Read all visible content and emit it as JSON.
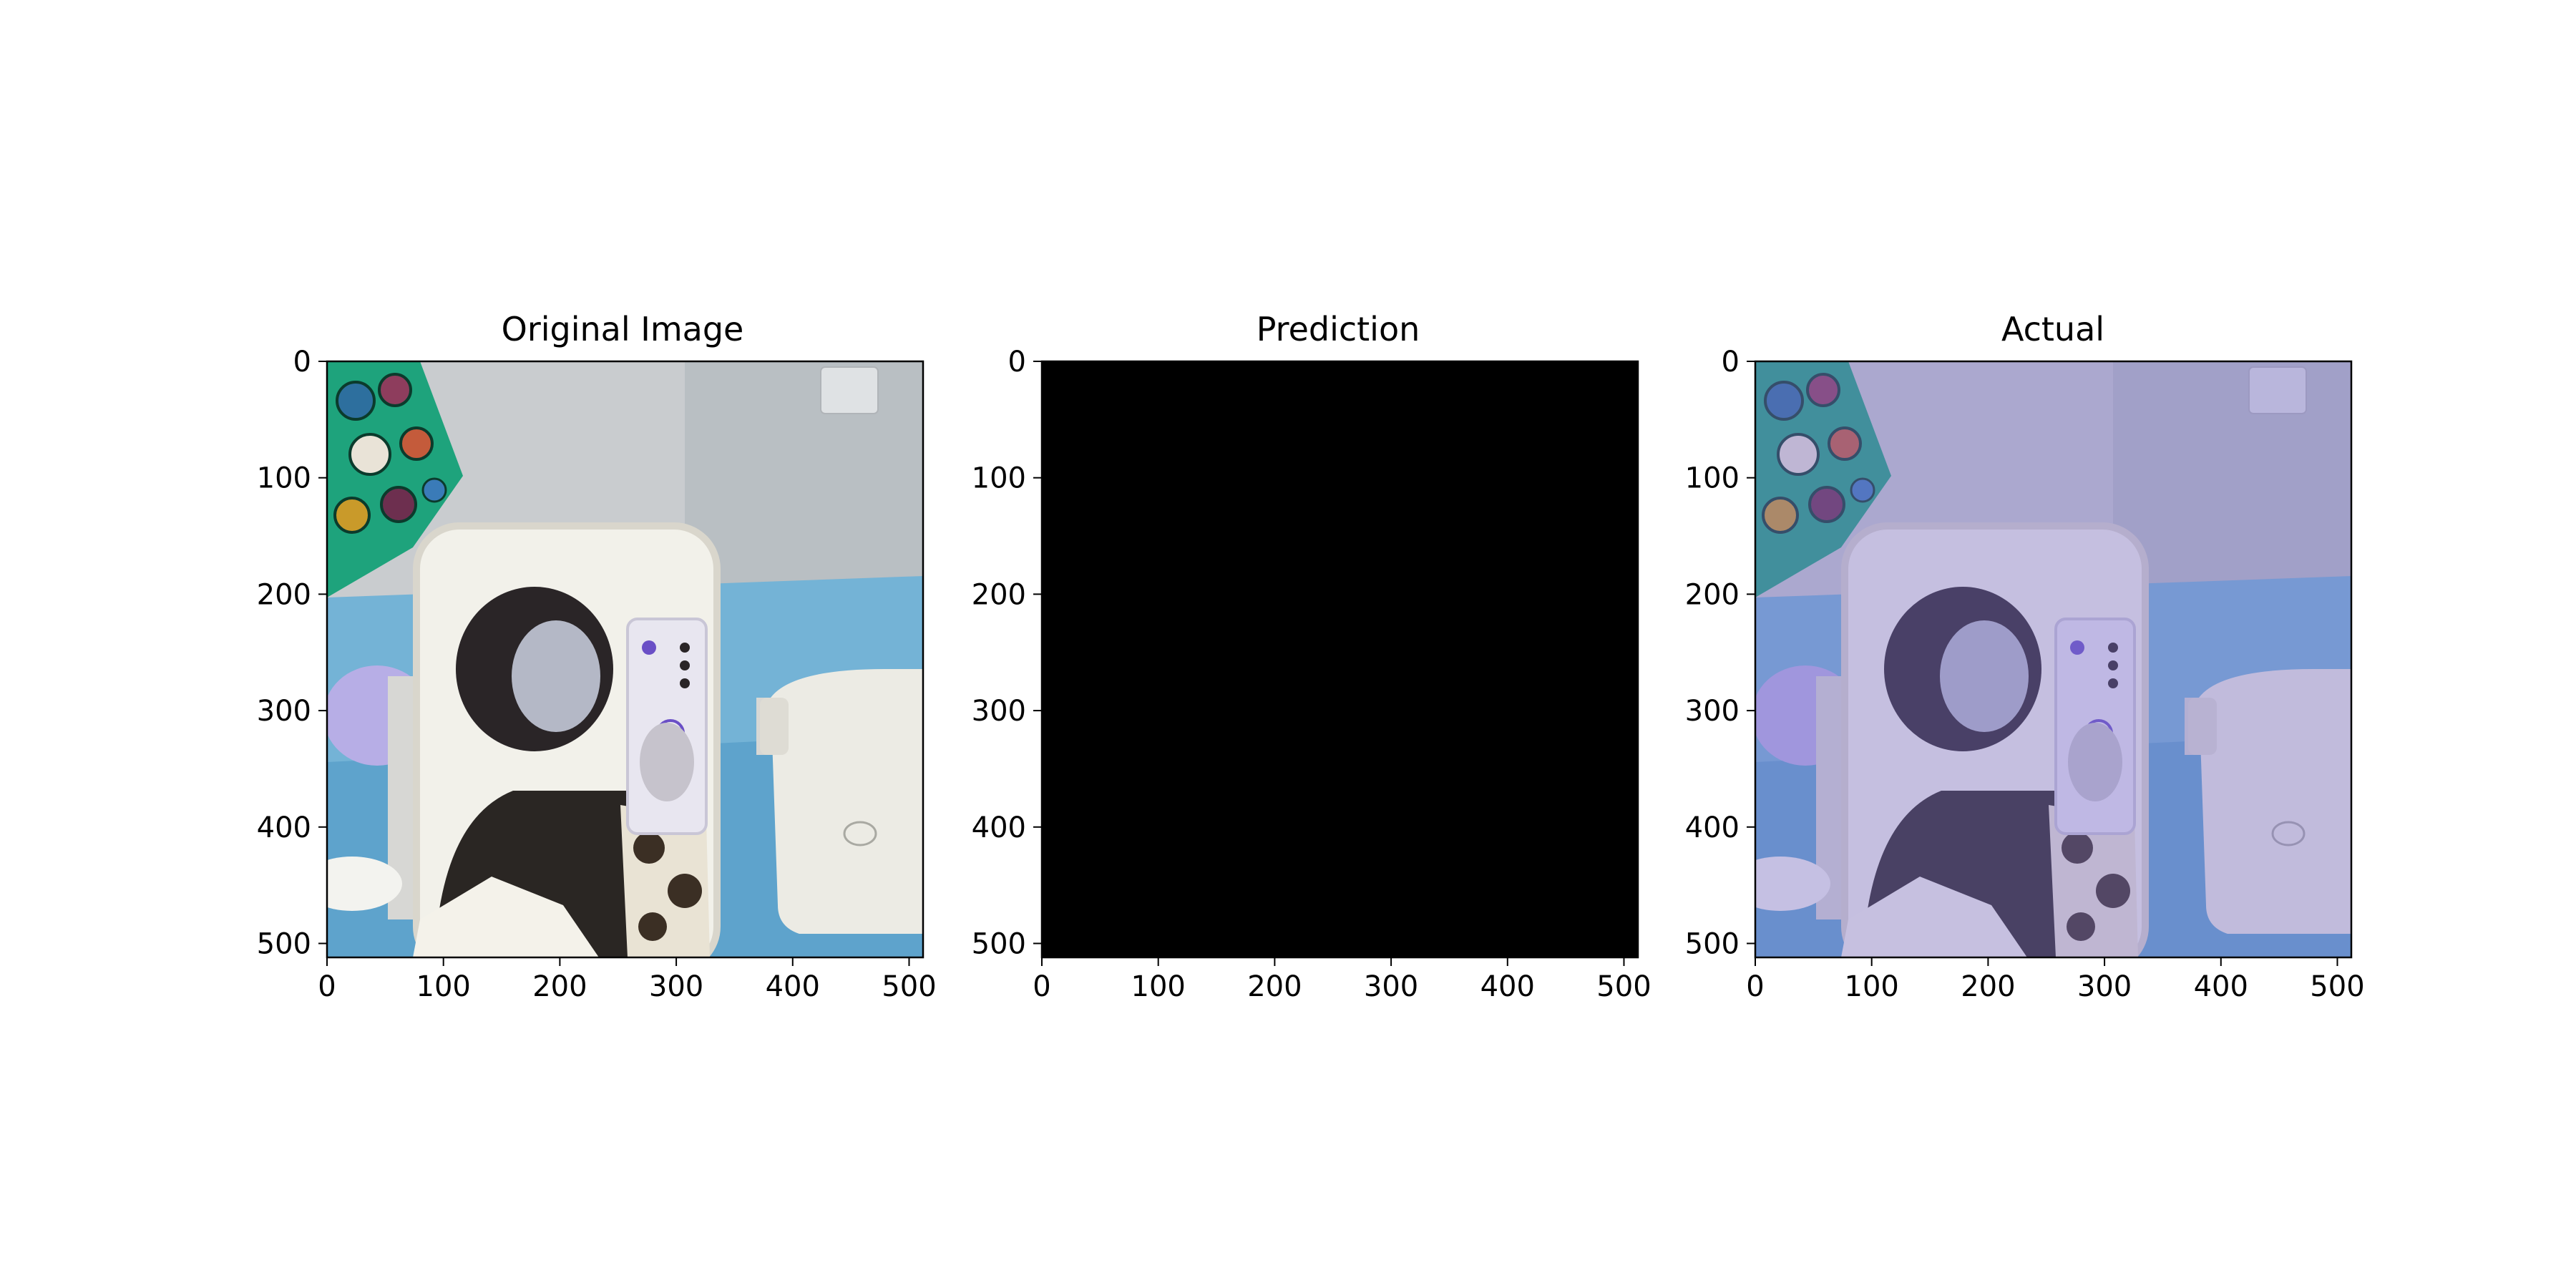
{
  "panels": [
    {
      "title": "Original Image",
      "kind": "photo",
      "ticks": [
        "0",
        "100",
        "200",
        "300",
        "400",
        "500"
      ],
      "x_range": [
        0,
        512
      ],
      "y_range": [
        0,
        512
      ]
    },
    {
      "title": "Prediction",
      "kind": "blank-mask",
      "fill": "#000000",
      "ticks": [
        "0",
        "100",
        "200",
        "300",
        "400",
        "500"
      ],
      "x_range": [
        0,
        512
      ],
      "y_range": [
        0,
        512
      ]
    },
    {
      "title": "Actual",
      "kind": "photo-overlay",
      "overlay_color": "#7b6fd0",
      "ticks": [
        "0",
        "100",
        "200",
        "300",
        "400",
        "500"
      ],
      "x_range": [
        0,
        512
      ],
      "y_range": [
        0,
        512
      ]
    }
  ]
}
